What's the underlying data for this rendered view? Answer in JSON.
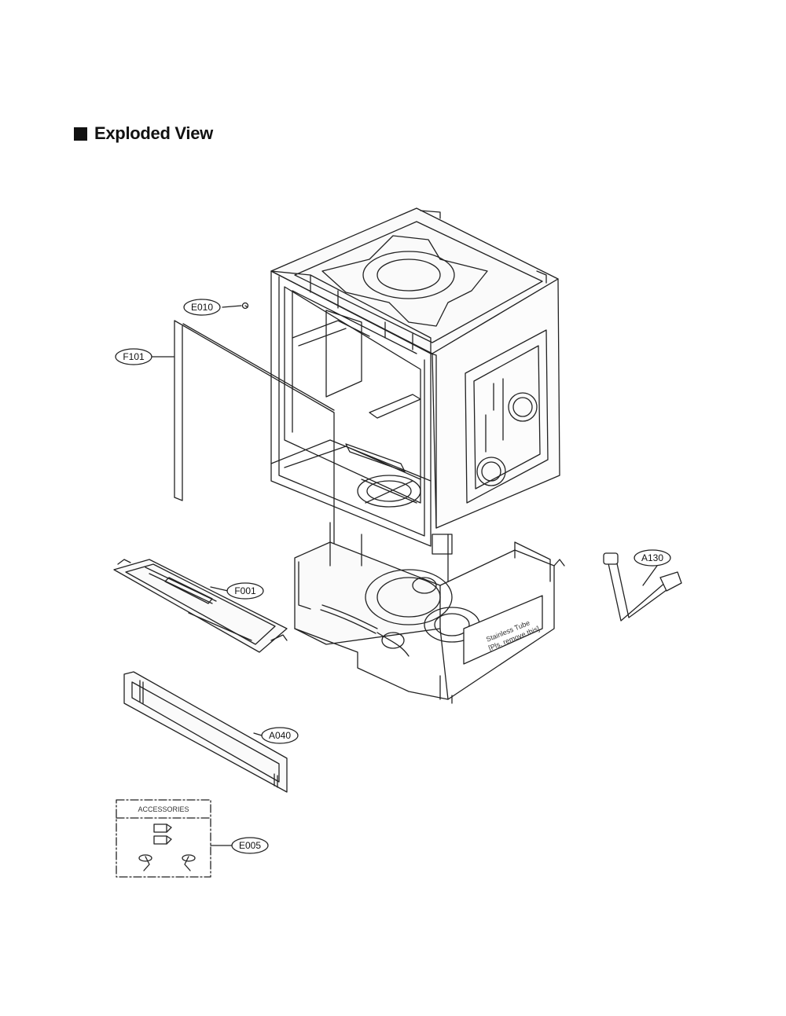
{
  "header": {
    "title": "Exploded View"
  },
  "callouts": {
    "e010": "E010",
    "f101": "F101",
    "f001": "F001",
    "a040": "A040",
    "a130": "A130",
    "e005": "E005"
  },
  "accessories": {
    "title": "ACCESSORIES"
  },
  "sump": {
    "label_line1": "Stainless Tube",
    "label_line2": "[Pls. remove this]"
  }
}
